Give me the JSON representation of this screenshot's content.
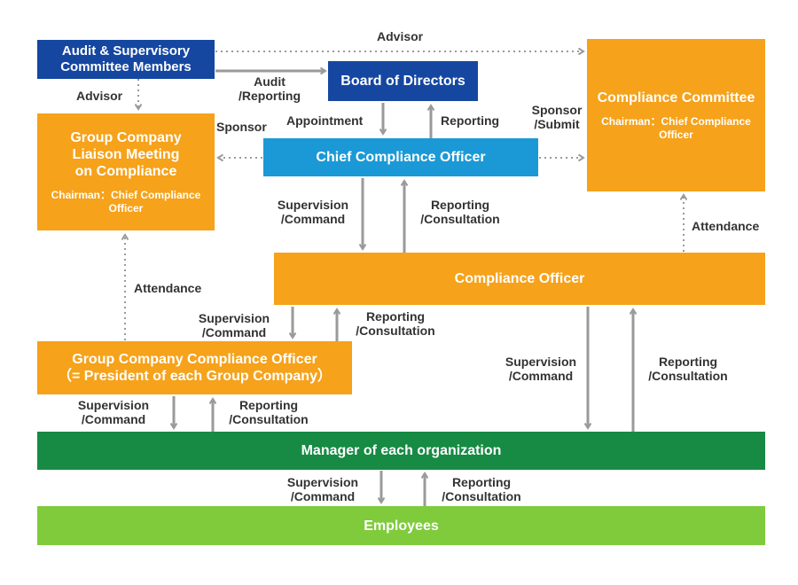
{
  "boxes": {
    "audit": "Audit & Supervisory\nCommittee Members",
    "board": "Board of Directors",
    "compliance_committee": {
      "title": "Compliance Committee",
      "chairman": "Chairman：Chief Compliance\nOfficer"
    },
    "liaison": {
      "title": "Group Company\nLiaison Meeting\non Compliance",
      "chairman": "Chairman：Chief Compliance\nOfficer"
    },
    "cco": "Chief Compliance Officer",
    "compliance_officer": "Compliance Officer",
    "group_officer": "Group Company Compliance Officer\n（= President of each Group Company）",
    "manager": "Manager of each organization",
    "employees": "Employees"
  },
  "labels": {
    "advisor_top": "Advisor",
    "advisor_left": "Advisor",
    "audit_reporting": "Audit\n/Reporting",
    "appointment": "Appointment",
    "reporting_board": "Reporting",
    "sponsor_left": "Sponsor",
    "sponsor_submit": "Sponsor\n/Submit",
    "sup_cmd_1": "Supervision\n/Command",
    "rep_cons_1": "Reporting\n/Consultation",
    "attendance_right": "Attendance",
    "attendance_left": "Attendance",
    "sup_cmd_2": "Supervision\n/Command",
    "rep_cons_2": "Reporting\n/Consultation",
    "sup_cmd_3": "Supervision\n/Command",
    "rep_cons_3": "Reporting\n/Consultation",
    "sup_cmd_4": "Supervision\n/Command",
    "rep_cons_4": "Reporting\n/Consultation",
    "sup_cmd_5": "Supervision\n/Command",
    "rep_cons_5": "Reporting\n/Consultation"
  },
  "colors": {
    "navy": "#1547a0",
    "blue": "#1b99d6",
    "orange": "#f6a21a",
    "green": "#178a44",
    "lime": "#7fcb3c",
    "arrow": "#9a9a9a"
  }
}
